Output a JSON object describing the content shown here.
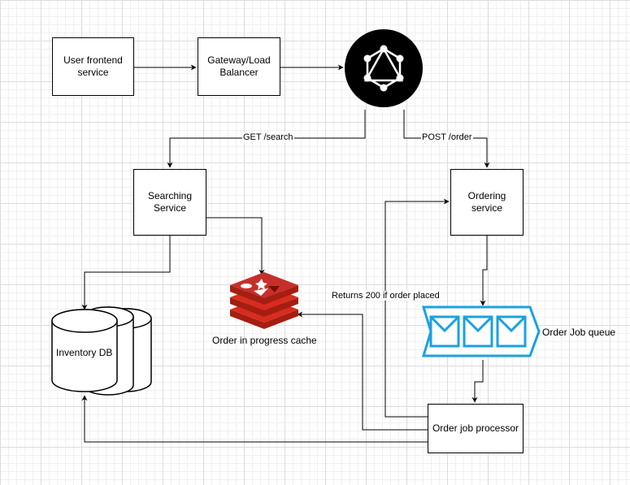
{
  "nodes": {
    "user_frontend": "User frontend service",
    "gateway": "Gateway/Load Balancer",
    "searching_service": "Searching Service",
    "ordering_service": "Ordering service",
    "inventory_db": "Inventory DB",
    "order_cache": "Order in progress cache",
    "order_queue": "Order Job queue",
    "order_processor": "Order job processor"
  },
  "edges": {
    "get_search": "GET /search",
    "post_order": "POST /order",
    "returns_200": "Returns 200 if order placed"
  },
  "colors": {
    "graphql_bg": "#000000",
    "graphql_fg": "#ffffff",
    "redis_dark": "#a41e11",
    "redis_mid": "#c6302b",
    "redis_light": "#d82c20",
    "queue_stroke": "#1ba1e2",
    "queue_fill": "#ffffff"
  },
  "icons": {
    "graphql": "graphql-logo-icon",
    "redis": "redis-logo-icon",
    "queue": "message-queue-icon",
    "database": "database-cylinder-icon"
  }
}
